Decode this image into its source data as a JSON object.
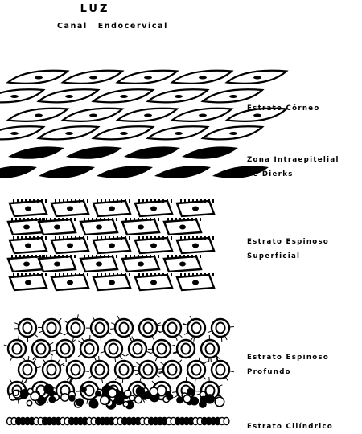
{
  "header": {
    "title": "LUZ",
    "subtitle": "Canal Endocervical"
  },
  "labels": {
    "corneo": "Estrato Córneo",
    "zona_line1": "Zona Intraepitelial",
    "zona_line2": "de Dierks",
    "esp_sup_line1": "Estrato Espinoso",
    "esp_sup_line2": "Superficial",
    "esp_prof_line1": "Estrato Espinoso",
    "esp_prof_line2": "Profundo",
    "cilindrico": "Estrato Cilíndrico"
  }
}
